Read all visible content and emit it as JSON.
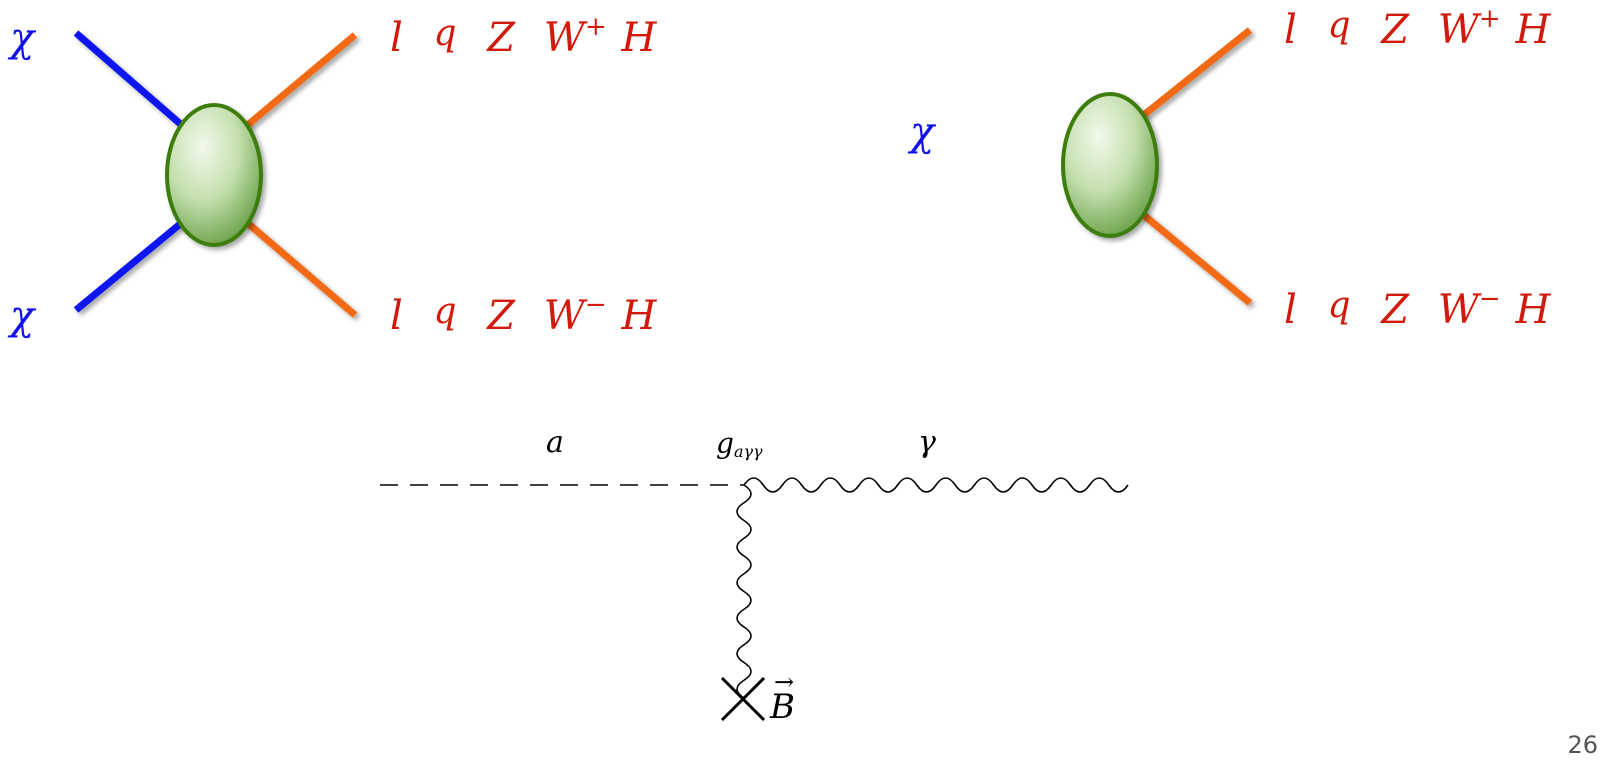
{
  "diagram1": {
    "in_top": "χ",
    "in_bottom": "χ",
    "out_top": [
      "l",
      "q",
      "Z",
      "W",
      "+",
      "H"
    ],
    "out_bottom": [
      "l",
      "q",
      "Z",
      "W",
      "−",
      "H"
    ]
  },
  "diagram2": {
    "in": "χ",
    "out_top": [
      "l",
      "q",
      "Z",
      "W",
      "+",
      "H"
    ],
    "out_bottom": [
      "l",
      "q",
      "Z",
      "W",
      "−",
      "H"
    ]
  },
  "diagram3": {
    "axion": "a",
    "coupling_main": "g",
    "coupling_sub": "aγγ",
    "photon": "γ",
    "field_symbol": "B",
    "field_arrow": "→"
  },
  "page_number": "26",
  "colors": {
    "chi_line": "#0a14f0",
    "sm_line": "#f26a12",
    "blob_fill_light": "#eef7e6",
    "blob_fill_dark": "#5f9a3a",
    "blob_stroke": "#3d7d0e",
    "chi_text": "#1212e6",
    "sm_text": "#d11a0c"
  }
}
